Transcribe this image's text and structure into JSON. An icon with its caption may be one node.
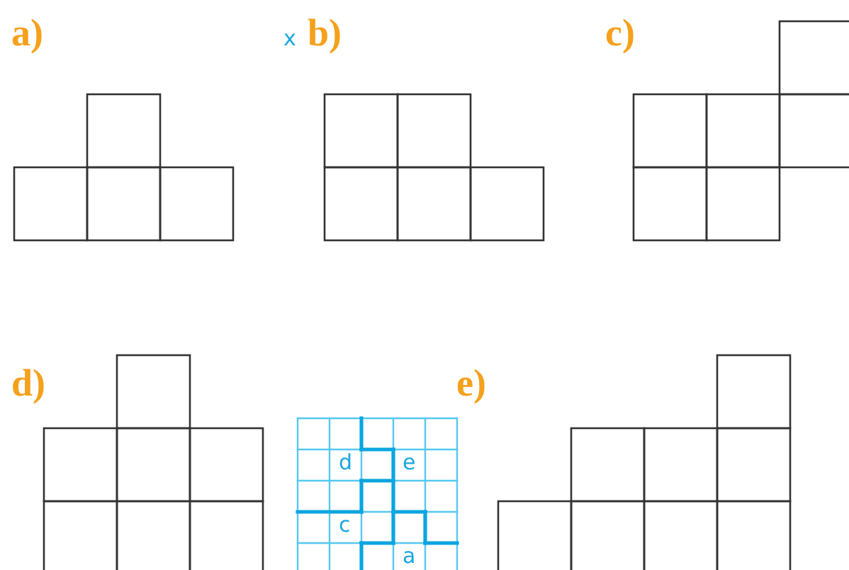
{
  "diagram": {
    "labels": [
      "a)",
      "x",
      "b)",
      "c)",
      "d)",
      "e)",
      "d",
      "e",
      "c",
      "a"
    ]
  }
}
